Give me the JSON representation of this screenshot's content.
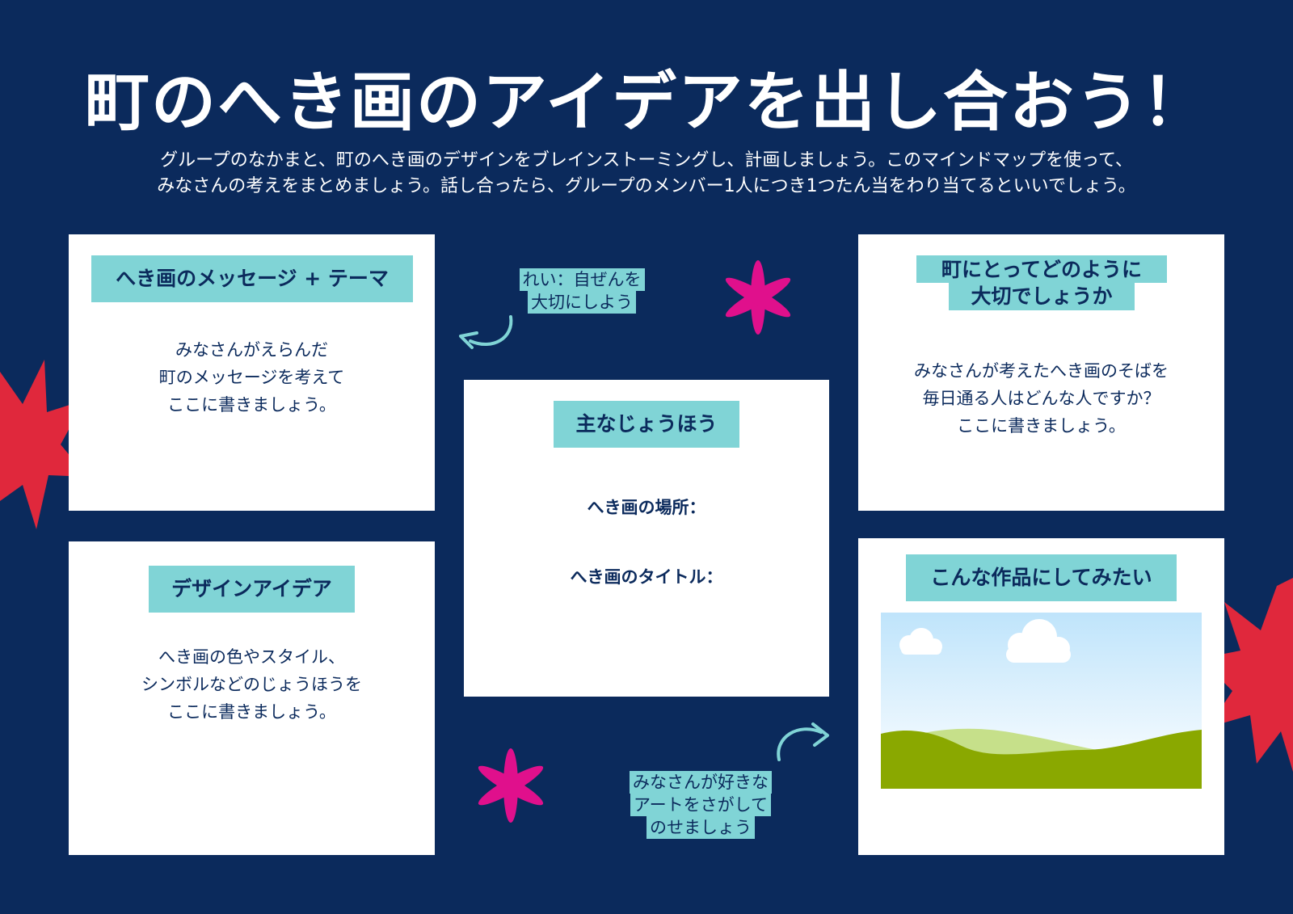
{
  "title": "町のへき画のアイデアを出し合おう！",
  "intro": {
    "line1": "グループのなかまと、町のへき画のデザインをブレインストーミングし、計画しましょう。このマインドマップを使って、",
    "line2": "みなさんの考えをまとめましょう。話し合ったら、グループのメンバー1人につき1つたん当をわり当てるといいでしょう。"
  },
  "cards": {
    "message": {
      "label": "へき画のメッセージ + テーマ",
      "lines": [
        "みなさんがえらんだ",
        "町のメッセージを考えて",
        "ここに書きましょう。"
      ]
    },
    "design": {
      "label": "デザインアイデア",
      "lines": [
        "へき画の色やスタイル、",
        "シンボルなどのじょうほうを",
        "ここに書きましょう。"
      ]
    },
    "main_info": {
      "label": "主なじょうほう",
      "location": "へき画の場所：",
      "mural_title": "へき画のタイトル："
    },
    "importance": {
      "label_line1": "町にとってどのように",
      "label_line2": "大切でしょうか",
      "lines": [
        "みなさんが考えたへき画のそばを",
        "毎日通る人はどんな人ですか？",
        "ここに書きましょう。"
      ]
    },
    "artwork": {
      "label": "こんな作品にしてみたい"
    }
  },
  "callouts": {
    "example": [
      "れい：自ぜんを",
      "大切にしよう"
    ],
    "art": [
      "みなさんが好きな",
      "アートをさがして",
      "のせましょう"
    ]
  },
  "colors": {
    "background": "#0b2a5c",
    "label_teal": "#80d4d6",
    "accent_pink": "#e0108c",
    "accent_red": "#e0283c"
  },
  "icons": [
    "star-burst-icon",
    "asterisk-icon",
    "curved-arrow-icon",
    "landscape-image"
  ]
}
